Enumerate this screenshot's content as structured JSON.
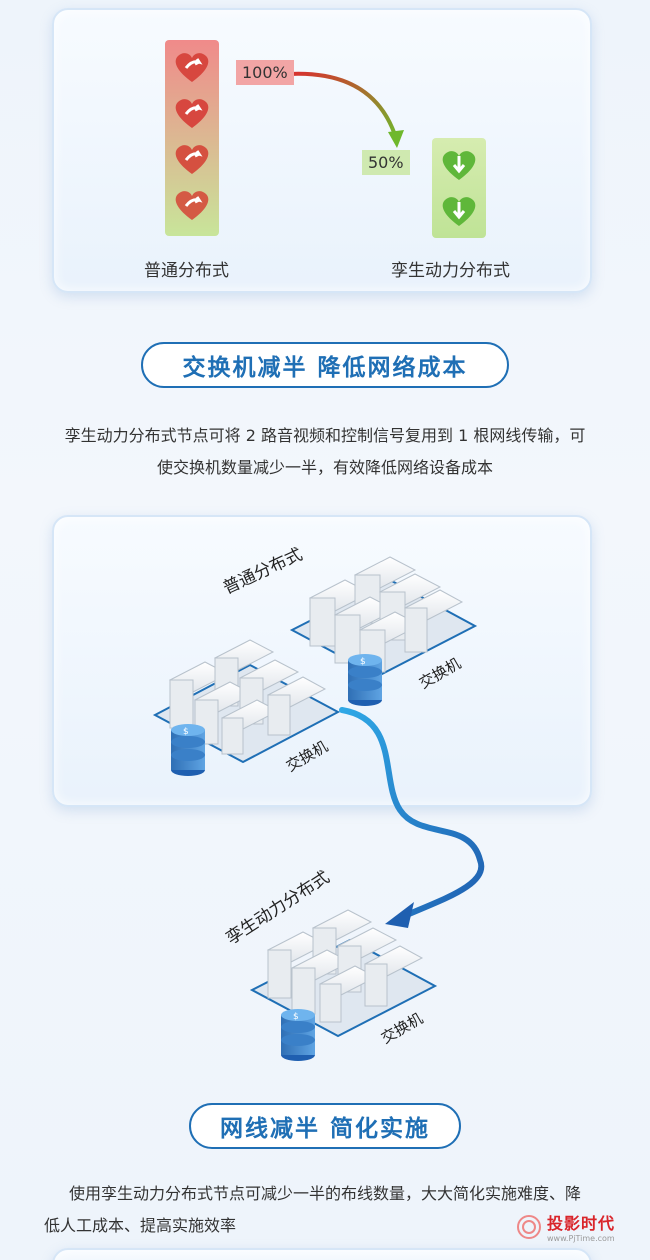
{
  "card1": {
    "left_label": "普通分布式",
    "right_label": "孪生动力分布式",
    "tag_100": "100%",
    "tag_50": "50%"
  },
  "section1": {
    "title": "交换机减半  降低网络成本",
    "desc_line1": "孪生动力分布式节点可将 2 路音视频和控制信号复用到 1 根网线传输，可",
    "desc_line2": "使交换机数量减少一半，有效降低网络设备成本"
  },
  "diagram": {
    "top_label": "普通分布式",
    "bottom_label": "孪生动力分布式",
    "switch_label": "交换机"
  },
  "section2": {
    "title": "网线减半  简化实施",
    "desc_line1": "使用孪生动力分布式节点可减少一半的布线数量，大大简化实施难度、降",
    "desc_line2": "低人工成本、提高实施效率"
  },
  "watermark": {
    "text": "投影时代",
    "url": "www.PjTime.com"
  },
  "colors": {
    "accent_blue": "#1f6fb5",
    "cable_blue": "#1f8fd6",
    "red_heart": "#d7473f",
    "green_leaf": "#5fb73a"
  }
}
